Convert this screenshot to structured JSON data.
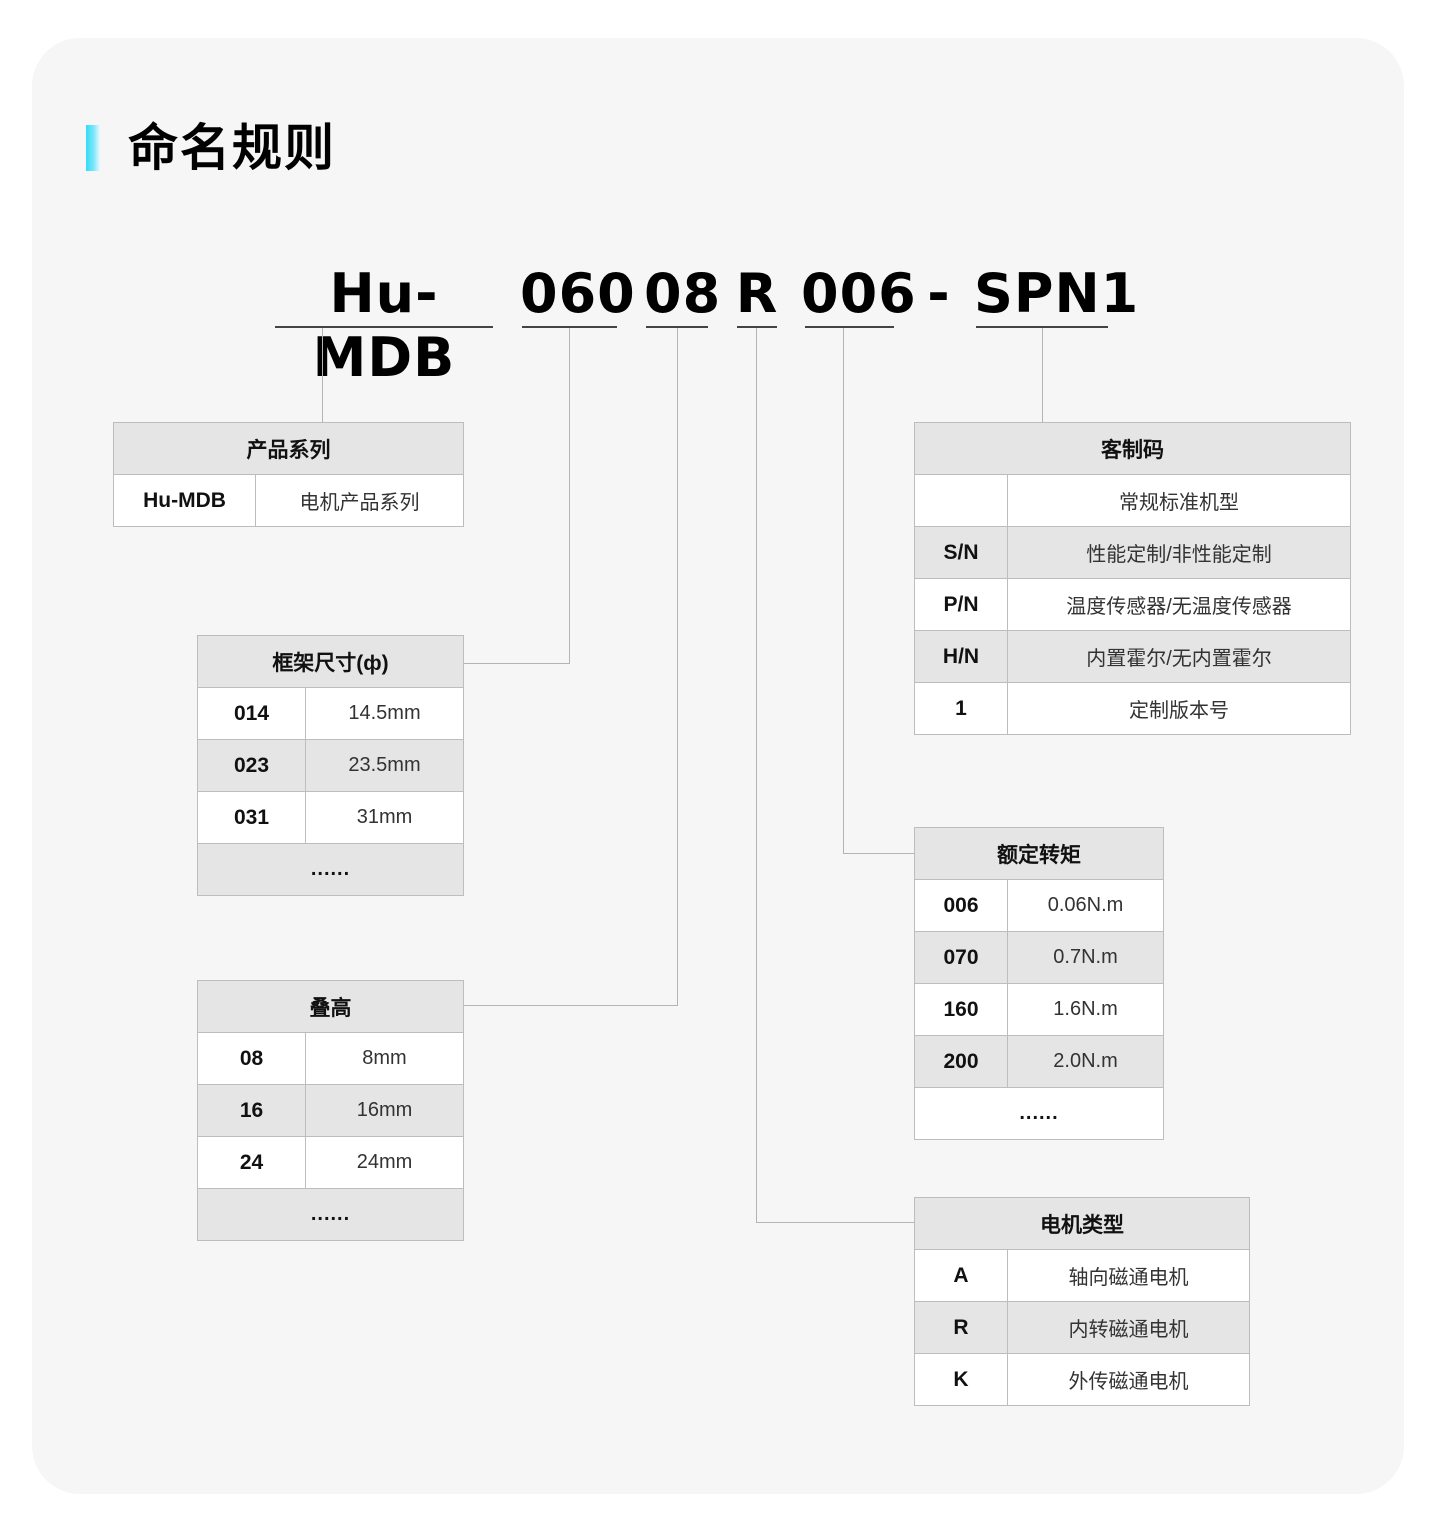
{
  "title": "命名规则",
  "accent_color": "#33dcf8",
  "model_code": {
    "parts": [
      "Hu-MDB",
      "060",
      "08",
      "R",
      "006",
      "-",
      "SPN1"
    ]
  },
  "tables": {
    "series": {
      "header": "产品系列",
      "rows": [
        {
          "key": "Hu-MDB",
          "value": "电机产品系列"
        }
      ]
    },
    "frame_size": {
      "header": "框架尺寸(ф)",
      "rows": [
        {
          "key": "014",
          "value": "14.5mm"
        },
        {
          "key": "023",
          "value": "23.5mm"
        },
        {
          "key": "031",
          "value": "31mm"
        }
      ],
      "more": "......"
    },
    "stack_height": {
      "header": "叠高",
      "rows": [
        {
          "key": "08",
          "value": "8mm"
        },
        {
          "key": "16",
          "value": "16mm"
        },
        {
          "key": "24",
          "value": "24mm"
        }
      ],
      "more": "......"
    },
    "custom_code": {
      "header": "客制码",
      "rows": [
        {
          "key": "",
          "value": "常规标准机型"
        },
        {
          "key": "S/N",
          "value": "性能定制/非性能定制"
        },
        {
          "key": "P/N",
          "value": "温度传感器/无温度传感器"
        },
        {
          "key": "H/N",
          "value": "内置霍尔/无内置霍尔"
        },
        {
          "key": "1",
          "value": "定制版本号"
        }
      ]
    },
    "rated_torque": {
      "header": "额定转矩",
      "rows": [
        {
          "key": "006",
          "value": "0.06N.m"
        },
        {
          "key": "070",
          "value": "0.7N.m"
        },
        {
          "key": "160",
          "value": "1.6N.m"
        },
        {
          "key": "200",
          "value": "2.0N.m"
        }
      ],
      "more": "......"
    },
    "motor_type": {
      "header": "电机类型",
      "rows": [
        {
          "key": "A",
          "value": "轴向磁通电机"
        },
        {
          "key": "R",
          "value": "内转磁通电机"
        },
        {
          "key": "K",
          "value": "外传磁通电机"
        }
      ]
    }
  }
}
